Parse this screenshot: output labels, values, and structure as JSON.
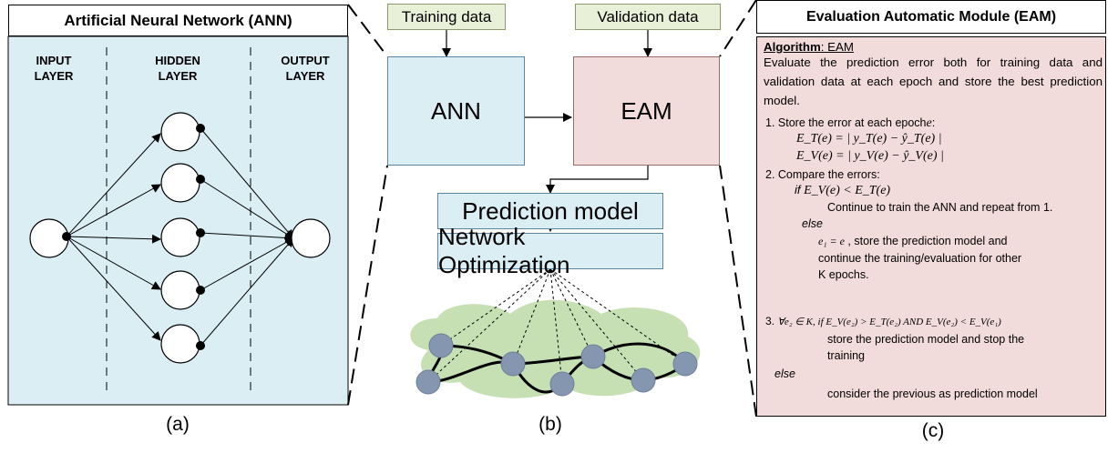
{
  "panel_a": {
    "title": "Artificial Neural Network (ANN)",
    "input_layer": "INPUT LAYER",
    "hidden_layer": "HIDDEN LAYER",
    "output_layer": "OUTPUT LAYER",
    "caption": "(a)",
    "background_color": "#dbeef4"
  },
  "panel_b": {
    "training_data": "Training data",
    "validation_data": "Validation data",
    "ann": "ANN",
    "eam": "EAM",
    "prediction_model": "Prediction model",
    "network_optimization": "Network Optimization",
    "caption": "(b)",
    "ann_color": "#dbeef4",
    "eam_color": "#f2dcdb",
    "input_color": "#e9f0d8",
    "cloud_color": "#c6e0b4",
    "node_color": "#8496b0"
  },
  "panel_c": {
    "title": "Evaluation Automatic Module (EAM)",
    "algorithm_label": "Algorithm",
    "algorithm_name": ": EAM",
    "description": "Evaluate the prediction error both for training data and validation data at each epoch and store the best prediction model.",
    "step1": "1. Store the error at each epoch",
    "step1_var": "e",
    "eq1": "E_T(e) = | y_T(e) − ŷ_T(e) |",
    "eq2": "E_V(e) = | y_V(e) − ŷ_V(e) |",
    "step2": "2. Compare the errors:",
    "if_label": "if",
    "cond2": "E_V(e) < E_T(e)",
    "continue_text": "Continue to train the ANN and repeat from 1.",
    "else_label": "else",
    "assign": "e₁ = e",
    "store_text": ", store the prediction model and",
    "continue2": "continue the training/evaluation for other",
    "k_epochs": "K epochs.",
    "step3_prefix": "3.",
    "cond3": "∀e₂ ∈ K, if E_V(e₂) > E_T(e₂) AND E_V(e₂) < E_V(e₁)",
    "store_stop": "store the prediction model and stop the",
    "training": "training",
    "else2": "else",
    "consider": "consider the previous as prediction model",
    "caption": "(c)",
    "background_color": "#f2dcdb"
  }
}
